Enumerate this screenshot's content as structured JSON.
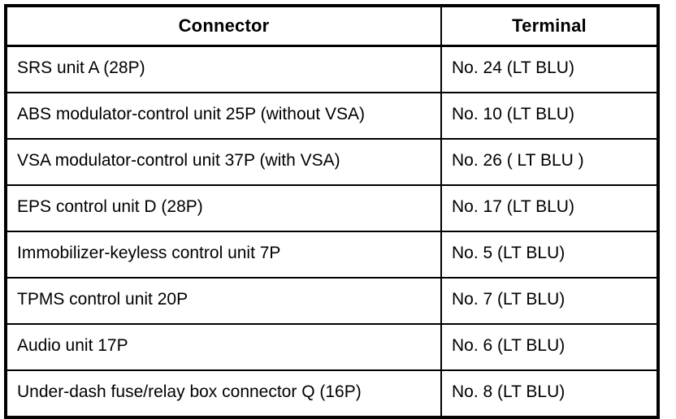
{
  "table": {
    "columns": [
      "Connector",
      "Terminal"
    ],
    "rows": [
      {
        "connector": "SRS unit A (28P)",
        "terminal": "No. 24 (LT BLU)"
      },
      {
        "connector": "ABS modulator-control unit 25P (without VSA)",
        "terminal": "No. 10 (LT BLU)"
      },
      {
        "connector": "VSA modulator-control unit 37P (with VSA)",
        "terminal": "No. 26 ( LT BLU )"
      },
      {
        "connector": "EPS control unit D (28P)",
        "terminal": "No. 17 (LT BLU)"
      },
      {
        "connector": "Immobilizer-keyless control unit 7P",
        "terminal": "No. 5 (LT BLU)"
      },
      {
        "connector": "TPMS control unit 20P",
        "terminal": "No. 7 (LT BLU)"
      },
      {
        "connector": "Audio unit 17P",
        "terminal": "No. 6 (LT BLU)"
      },
      {
        "connector": "Under-dash fuse/relay box connector Q (16P)",
        "terminal": "No. 8 (LT BLU)"
      }
    ],
    "colors": {
      "border": "#000000",
      "background": "#ffffff",
      "text": "#000000"
    }
  }
}
